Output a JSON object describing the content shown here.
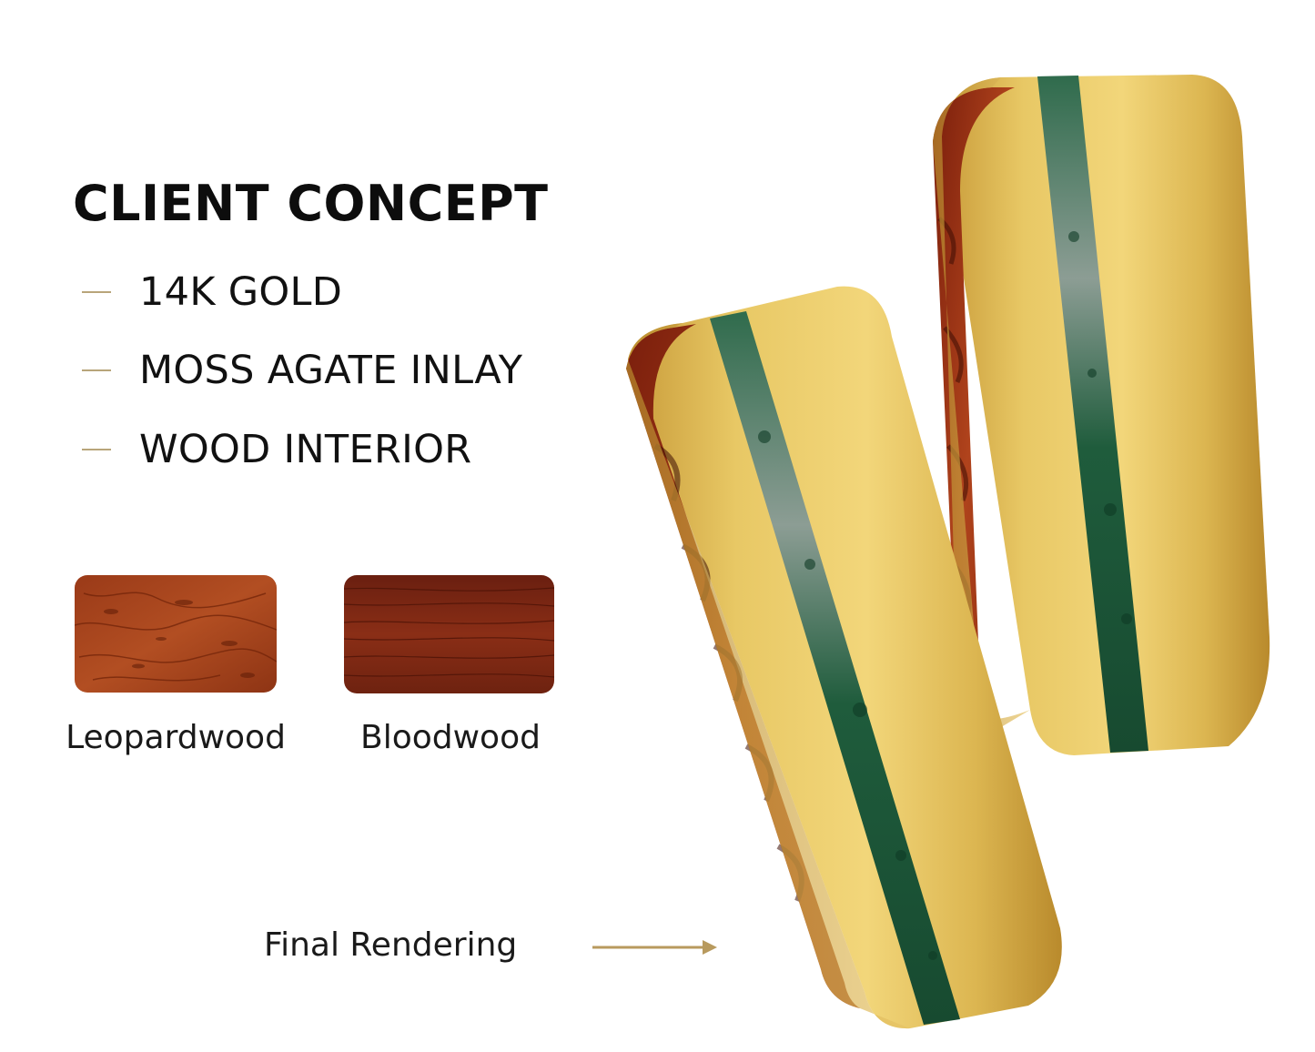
{
  "heading": "CLIENT CONCEPT",
  "features": [
    {
      "label": "14K GOLD"
    },
    {
      "label": "MOSS AGATE INLAY"
    },
    {
      "label": "WOOD INTERIOR"
    }
  ],
  "wood_options": [
    {
      "label": "Leopardwood"
    },
    {
      "label": "Bloodwood"
    }
  ],
  "final_label": "Final Rendering",
  "colors": {
    "accent_dash": "#b8a57a",
    "arrow": "#b89a5e",
    "gold": "#e3c260",
    "gold_dark": "#c39a35",
    "agate": "#1e5a3e",
    "wood": "#8c2a12",
    "leopardwood": "#a8461e",
    "bloodwood": "#7a2613"
  }
}
